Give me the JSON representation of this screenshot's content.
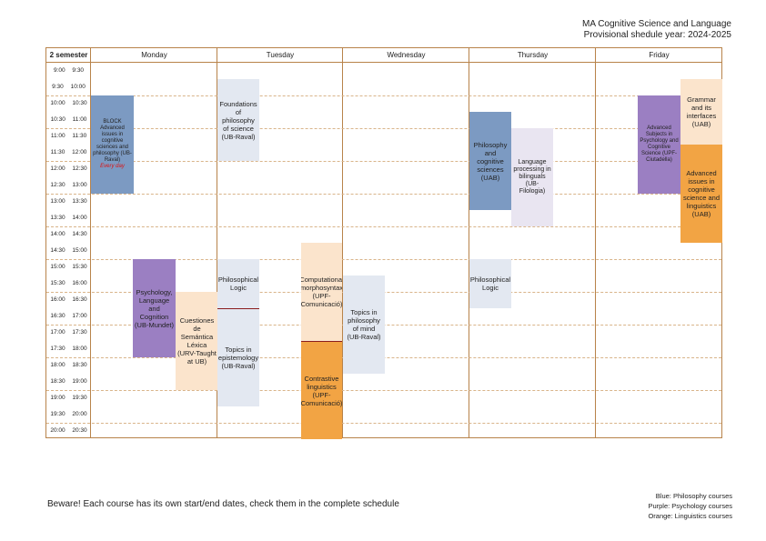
{
  "header": {
    "title": "MA Cognitive Science and Language",
    "subtitle": "Provisional shedule year: 2024-2025"
  },
  "grid": {
    "corner": "2 semester",
    "days": [
      "Monday",
      "Tuesday",
      "Wednesday",
      "Thursday",
      "Friday"
    ],
    "times": [
      "9:00 9:30",
      "9:30 10:00",
      "10:00 10:30",
      "10:30 11:00",
      "11:00 11:30",
      "11:30 12:00",
      "12:00 12:30",
      "12:30 13:00",
      "13:00 13:30",
      "13:30 14:00",
      "14:00 14:30",
      "14:30 15:00",
      "15:00 15:30",
      "15:30 16:00",
      "16:00 16:30",
      "16:30 17:00",
      "17:00 17:30",
      "17:30 18:00",
      "18:00 18:30",
      "18:30 19:00",
      "19:00 19:30",
      "19:30 20:00",
      "20:00 20:30"
    ]
  },
  "courses": {
    "mon_block": {
      "line1": "BLOCK Advanced issues in cognitive sciences and philosophy (UB-Raval)",
      "note": "Every day"
    },
    "mon_psych": "Psychology, Language and Cognition (UB-Mundet)",
    "mon_cuest": "Cuestiones de Semántica Léxica (URV-Taught at UB)",
    "tue_found": "Foundations of philosophy of science (UB-Raval)",
    "tue_logic": "Philosophical Logic",
    "tue_topics": "Topics in epistemology (UB-Raval)",
    "tue_comp": "Computational morphosyntax (UPF-Comunicació)",
    "tue_contr": "Contrastive linguistics (UPF-Comunicació)",
    "wed_topics": "Topics in philosophy of mind (UB-Raval)",
    "thu_phil": "Philosophy and cognitive sciences (UAB)",
    "thu_lang": "Language processing in bilinguals (UB-Filologia)",
    "thu_logic": "Philosophical Logic",
    "fri_adv_psych": "Advanced Subjects in Psychology and Cognitive Science (UPF-Ciutadella)",
    "fri_grammar": "Grammar and its interfaces (UAB)",
    "fri_adv_ling": "Advanced issues in cognitive science and linguistics (UAB)"
  },
  "note": "Beware! Each course has its own start/end dates, check them in the complete schedule",
  "legend": [
    "Blue: Philosophy courses",
    "Purple: Psychology courses",
    "Orange: Linguistics courses"
  ],
  "colors": {
    "philosophy": "#7c9ac2",
    "psychology": "#9b7fc2",
    "linguistics": "#f2a444"
  }
}
